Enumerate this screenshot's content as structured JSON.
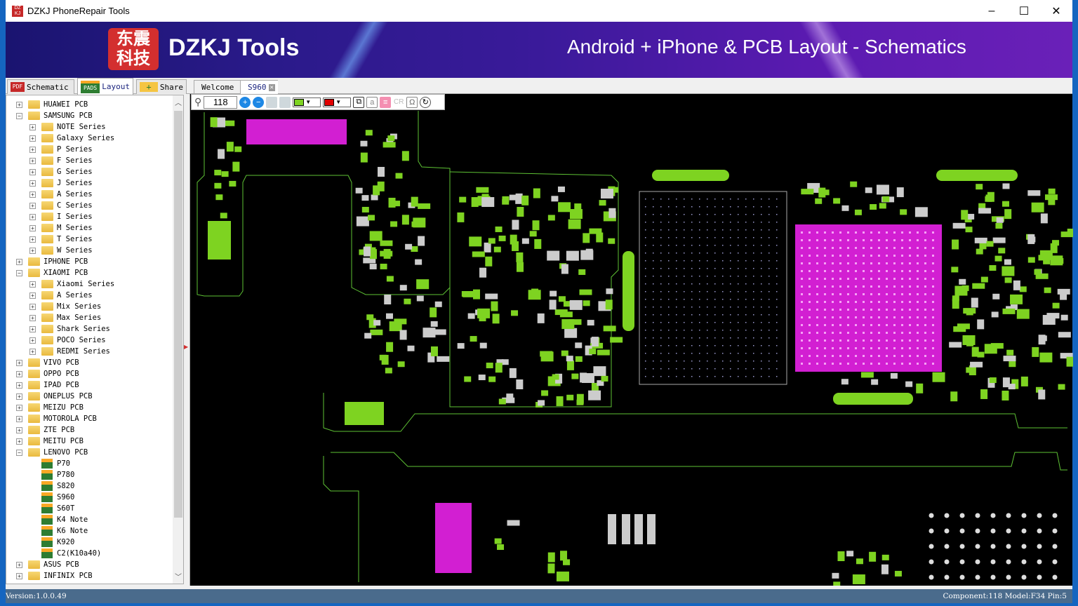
{
  "window": {
    "title": "DZKJ PhoneRepair Tools",
    "minimize": "–",
    "maximize": "☐",
    "close": "✕"
  },
  "banner": {
    "logo_text": "东震科技",
    "brand": "DZKJ Tools",
    "tagline": "Android + iPhone & PCB Layout - Schematics"
  },
  "left_tabs": [
    {
      "label": "Schematic",
      "icon": "PDF"
    },
    {
      "label": "Layout",
      "icon": "PADS"
    },
    {
      "label": "Share",
      "icon": "share"
    }
  ],
  "doc_tabs": [
    {
      "label": "Welcome"
    },
    {
      "label": "S960",
      "close": "✕"
    }
  ],
  "toolbar": {
    "zoom": "118",
    "color1": "#7ed321",
    "color2": "#e00000",
    "cr_label": "CR",
    "omega_label": "Ω",
    "a_label": "a"
  },
  "tree": [
    {
      "label": "HUAWEI PCB",
      "level": 0,
      "type": "folder",
      "exp": "+"
    },
    {
      "label": "SAMSUNG PCB",
      "level": 0,
      "type": "folder",
      "exp": "-"
    },
    {
      "label": "NOTE Series",
      "level": 1,
      "type": "folder",
      "exp": "+"
    },
    {
      "label": "Galaxy Series",
      "level": 1,
      "type": "folder",
      "exp": "+"
    },
    {
      "label": "P Series",
      "level": 1,
      "type": "folder",
      "exp": "+"
    },
    {
      "label": "F Series",
      "level": 1,
      "type": "folder",
      "exp": "+"
    },
    {
      "label": "G Series",
      "level": 1,
      "type": "folder",
      "exp": "+"
    },
    {
      "label": "J Series",
      "level": 1,
      "type": "folder",
      "exp": "+"
    },
    {
      "label": "A Series",
      "level": 1,
      "type": "folder",
      "exp": "+"
    },
    {
      "label": "C Series",
      "level": 1,
      "type": "folder",
      "exp": "+"
    },
    {
      "label": "I Series",
      "level": 1,
      "type": "folder",
      "exp": "+"
    },
    {
      "label": "M Series",
      "level": 1,
      "type": "folder",
      "exp": "+"
    },
    {
      "label": "T Series",
      "level": 1,
      "type": "folder",
      "exp": "+"
    },
    {
      "label": "W Series",
      "level": 1,
      "type": "folder",
      "exp": "+"
    },
    {
      "label": "IPHONE PCB",
      "level": 0,
      "type": "folder",
      "exp": "+"
    },
    {
      "label": "XIAOMI PCB",
      "level": 0,
      "type": "folder",
      "exp": "-"
    },
    {
      "label": "Xiaomi Series",
      "level": 1,
      "type": "folder",
      "exp": "+"
    },
    {
      "label": "A Series",
      "level": 1,
      "type": "folder",
      "exp": "+"
    },
    {
      "label": "Mix Series",
      "level": 1,
      "type": "folder",
      "exp": "+"
    },
    {
      "label": "Max Series",
      "level": 1,
      "type": "folder",
      "exp": "+"
    },
    {
      "label": "Shark Series",
      "level": 1,
      "type": "folder",
      "exp": "+"
    },
    {
      "label": "POCO Series",
      "level": 1,
      "type": "folder",
      "exp": "+"
    },
    {
      "label": "REDMI Series",
      "level": 1,
      "type": "folder",
      "exp": "+"
    },
    {
      "label": "VIVO PCB",
      "level": 0,
      "type": "folder",
      "exp": "+"
    },
    {
      "label": "OPPO PCB",
      "level": 0,
      "type": "folder",
      "exp": "+"
    },
    {
      "label": "IPAD PCB",
      "level": 0,
      "type": "folder",
      "exp": "+"
    },
    {
      "label": "ONEPLUS PCB",
      "level": 0,
      "type": "folder",
      "exp": "+"
    },
    {
      "label": "MEIZU PCB",
      "level": 0,
      "type": "folder",
      "exp": "+"
    },
    {
      "label": "MOTOROLA PCB",
      "level": 0,
      "type": "folder",
      "exp": "+"
    },
    {
      "label": "ZTE PCB",
      "level": 0,
      "type": "folder",
      "exp": "+"
    },
    {
      "label": "MEITU PCB",
      "level": 0,
      "type": "folder",
      "exp": "+"
    },
    {
      "label": "LENOVO PCB",
      "level": 0,
      "type": "folder",
      "exp": "-"
    },
    {
      "label": "P70",
      "level": 1,
      "type": "file"
    },
    {
      "label": "P780",
      "level": 1,
      "type": "file"
    },
    {
      "label": "S820",
      "level": 1,
      "type": "file"
    },
    {
      "label": "S960",
      "level": 1,
      "type": "file"
    },
    {
      "label": "S60T",
      "level": 1,
      "type": "file"
    },
    {
      "label": "K4 Note",
      "level": 1,
      "type": "file"
    },
    {
      "label": "K6 Note",
      "level": 1,
      "type": "file"
    },
    {
      "label": "K920",
      "level": 1,
      "type": "file"
    },
    {
      "label": "C2(K10a40)",
      "level": 1,
      "type": "file"
    },
    {
      "label": "ASUS PCB",
      "level": 0,
      "type": "folder",
      "exp": "+"
    },
    {
      "label": "INFINIX PCB",
      "level": 0,
      "type": "folder",
      "exp": "+"
    }
  ],
  "status": {
    "version": "Version:1.0.0.49",
    "info": "Component:118 Model:F34 Pin:5"
  },
  "colors": {
    "pad": "#7ed321",
    "chip": "#d21fd2",
    "outline": "#5ec234",
    "via": "#cccccc"
  }
}
